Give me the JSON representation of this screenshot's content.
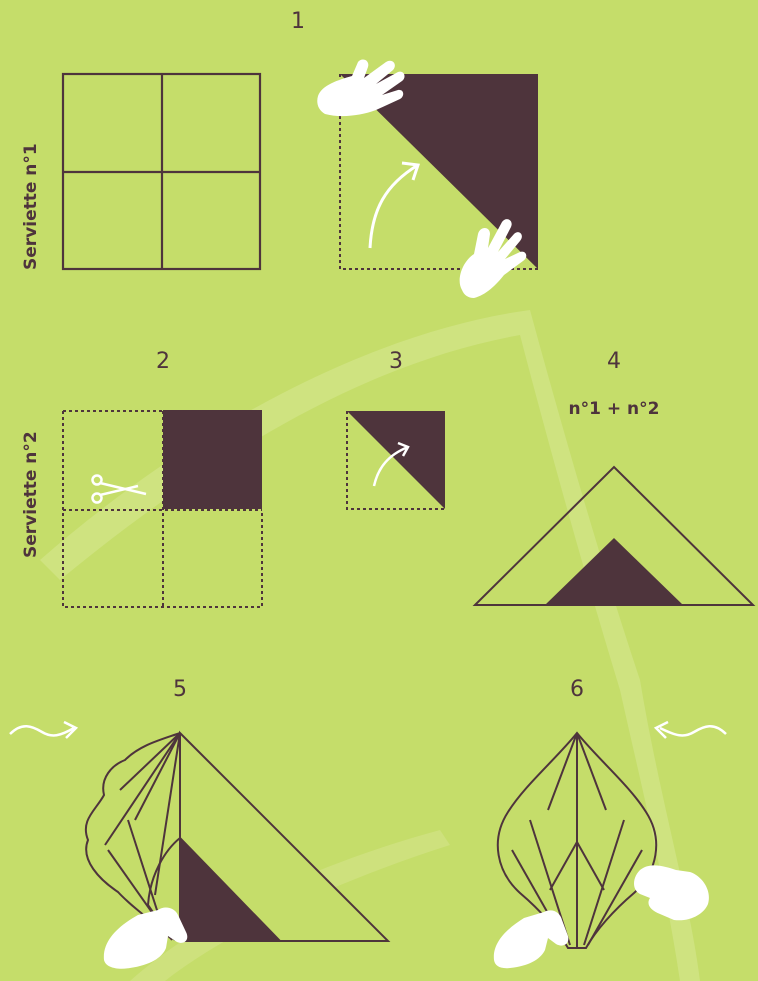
{
  "colors": {
    "background": "#c5dd6a",
    "ink": "#4e343c",
    "accent_light": "#dbe9a0",
    "white": "#ffffff"
  },
  "labels": {
    "serviette_1": "Serviette n°1",
    "serviette_2": "Serviette n°2",
    "combo": "n°1 + n°2"
  },
  "steps": [
    "1",
    "2",
    "3",
    "4",
    "5",
    "6"
  ],
  "icons": [
    "hand-icon",
    "scissors-icon",
    "curved-arrow-icon",
    "wavy-arrow-icon"
  ]
}
